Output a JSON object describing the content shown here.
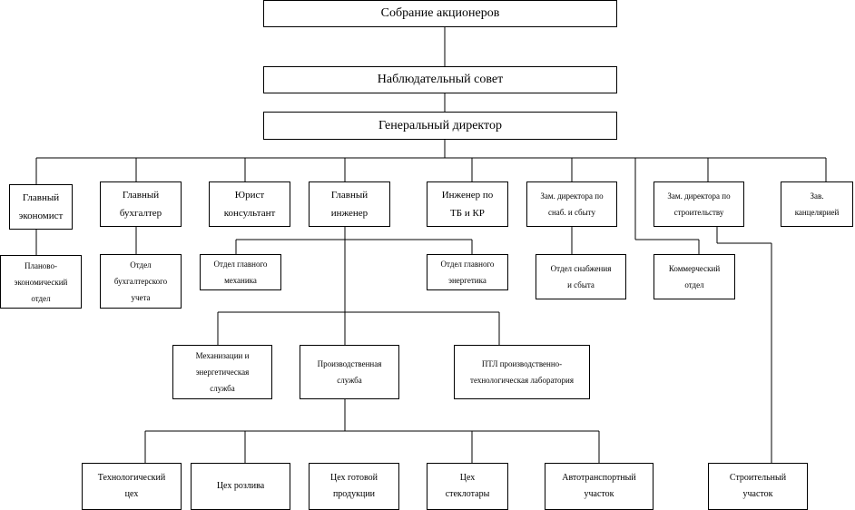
{
  "colors": {
    "line": "#000000",
    "box_border": "#000000",
    "background": "#ffffff"
  },
  "nodes": {
    "shareholders": "Собрание акционеров",
    "supervisory_board": "Наблюдательный совет",
    "general_director": "Генеральный директор",
    "chief_economist": "Главный\nэкономист",
    "chief_accountant": "Главный\nбухгалтер",
    "legal_counsel": "Юрист\nконсультант",
    "chief_engineer": "Главный\nинженер",
    "safety_engineer": "Инженер по\nТБ и КР",
    "deputy_supply": "Зам. директора по\nснаб. и сбыту",
    "deputy_construction": "Зам. директора по\nстроительству",
    "head_office": "Зав.\nканцелярией",
    "planning_dept": "Планово-\nэкономический\nотдел",
    "accounting_dept": "Отдел\nбухгалтерского\nучета",
    "chief_mechanic_dept": "Отдел главного\nмеханика",
    "chief_power_dept": "Отдел главного\nэнергетика",
    "supply_dept": "Отдел снабжения\nи сбыта",
    "commercial_dept": "Коммерческий\nотдел",
    "mechanization_service": "Механизации и\nэнергетическая\nслужба",
    "production_service": "Производственная\nслужба",
    "ptl_lab": "ПТЛ производственно-\nтехнологическая лаборатория",
    "tech_shop": "Технологический\nцех",
    "bottling_shop": "Цех розлива",
    "finished_goods_shop": "Цех готовой\nпродукции",
    "glass_shop": "Цех\nстеклотары",
    "transport_section": "Автотранспортный\nучасток",
    "construction_section": "Строительный\nучасток"
  }
}
